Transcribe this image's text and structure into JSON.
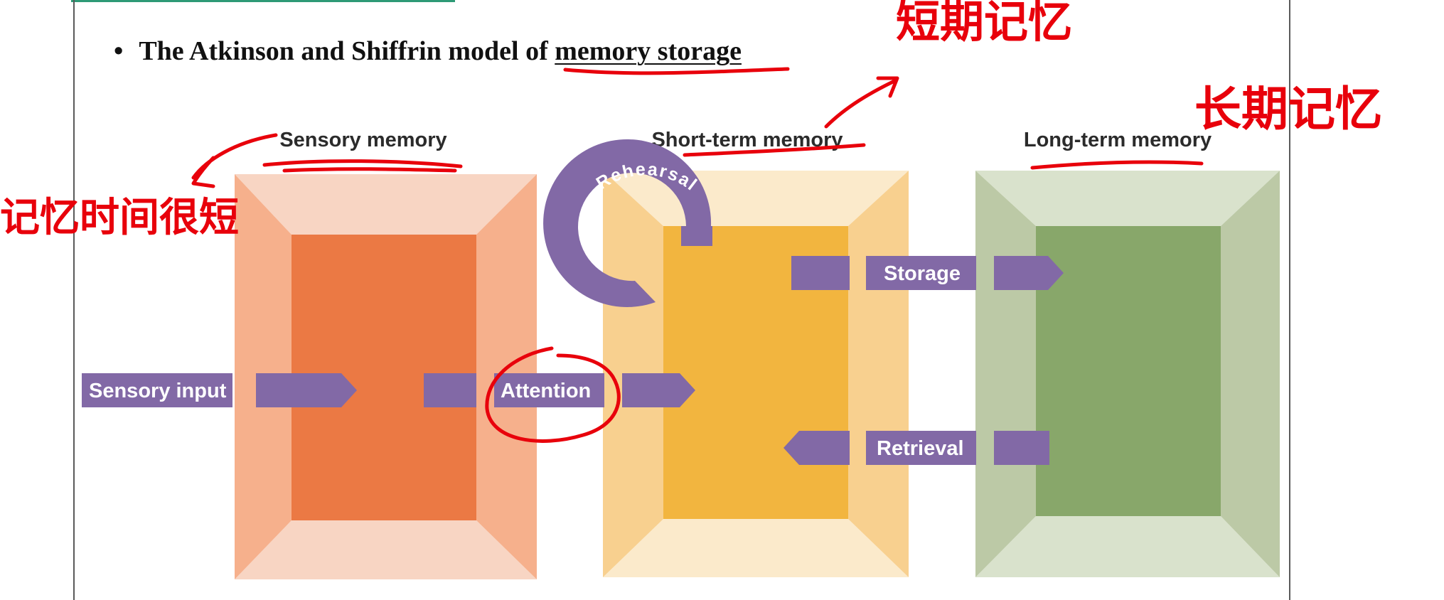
{
  "slide": {
    "bullet": "•",
    "heading_prefix": "The Atkinson and Shiffrin model of ",
    "heading_underlined": "memory storage"
  },
  "diagram": {
    "boxes": {
      "sensory": "Sensory memory",
      "short_term": "Short-term memory",
      "long_term": "Long-term memory"
    },
    "arrows": {
      "sensory_input": "Sensory input",
      "attention": "Attention",
      "storage": "Storage",
      "retrieval": "Retrieval",
      "rehearsal": "Rehearsal"
    },
    "colors": {
      "purple": "#8269a6",
      "sensory_inner": "#eb7944",
      "sensory_side": "#f6b08c",
      "sensory_light": "#f8d5c3",
      "short_inner": "#f2b53f",
      "short_side": "#f8d08f",
      "short_light": "#fbeacb",
      "long_inner": "#88a76a",
      "long_side": "#bcc9a6",
      "long_light": "#d9e2cc",
      "handwriting": "#e8000b"
    }
  },
  "annotations": {
    "short_term_note": "短期记忆",
    "long_term_note": "长期记忆",
    "sensory_note": "记忆时间很短"
  }
}
